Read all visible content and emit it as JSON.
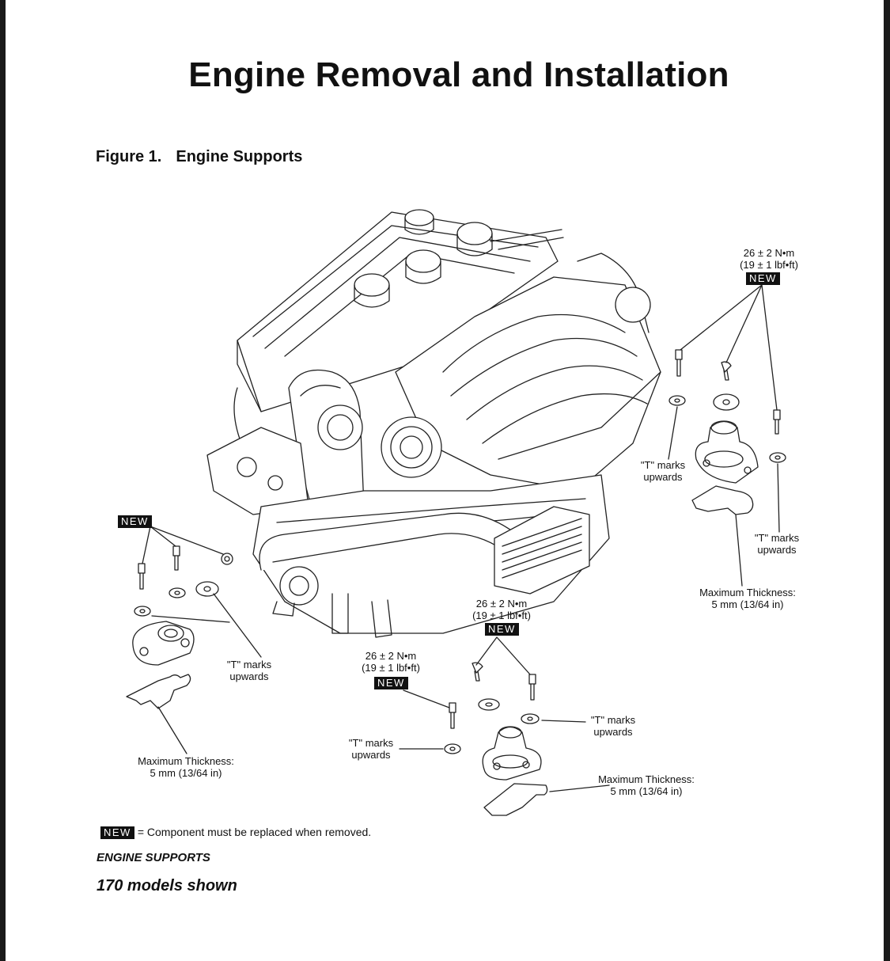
{
  "title": "Engine Removal and Installation",
  "figure": {
    "number": "Figure 1.",
    "caption": "Engine Supports"
  },
  "labels": {
    "torque_value": "26 ± 2 N•m",
    "torque_imperial": "(19 ± 1 lbf•ft)",
    "new_badge": "NEW",
    "t_marks_1": "\"T\" marks",
    "t_marks_2": "upwards",
    "max_thickness_1": "Maximum Thickness:",
    "max_thickness_2": "5 mm (13/64 in)"
  },
  "legend": {
    "badge": "NEW",
    "text": "= Component must be replaced when removed."
  },
  "footer": {
    "section": "ENGINE SUPPORTS",
    "models": "170 models shown"
  }
}
